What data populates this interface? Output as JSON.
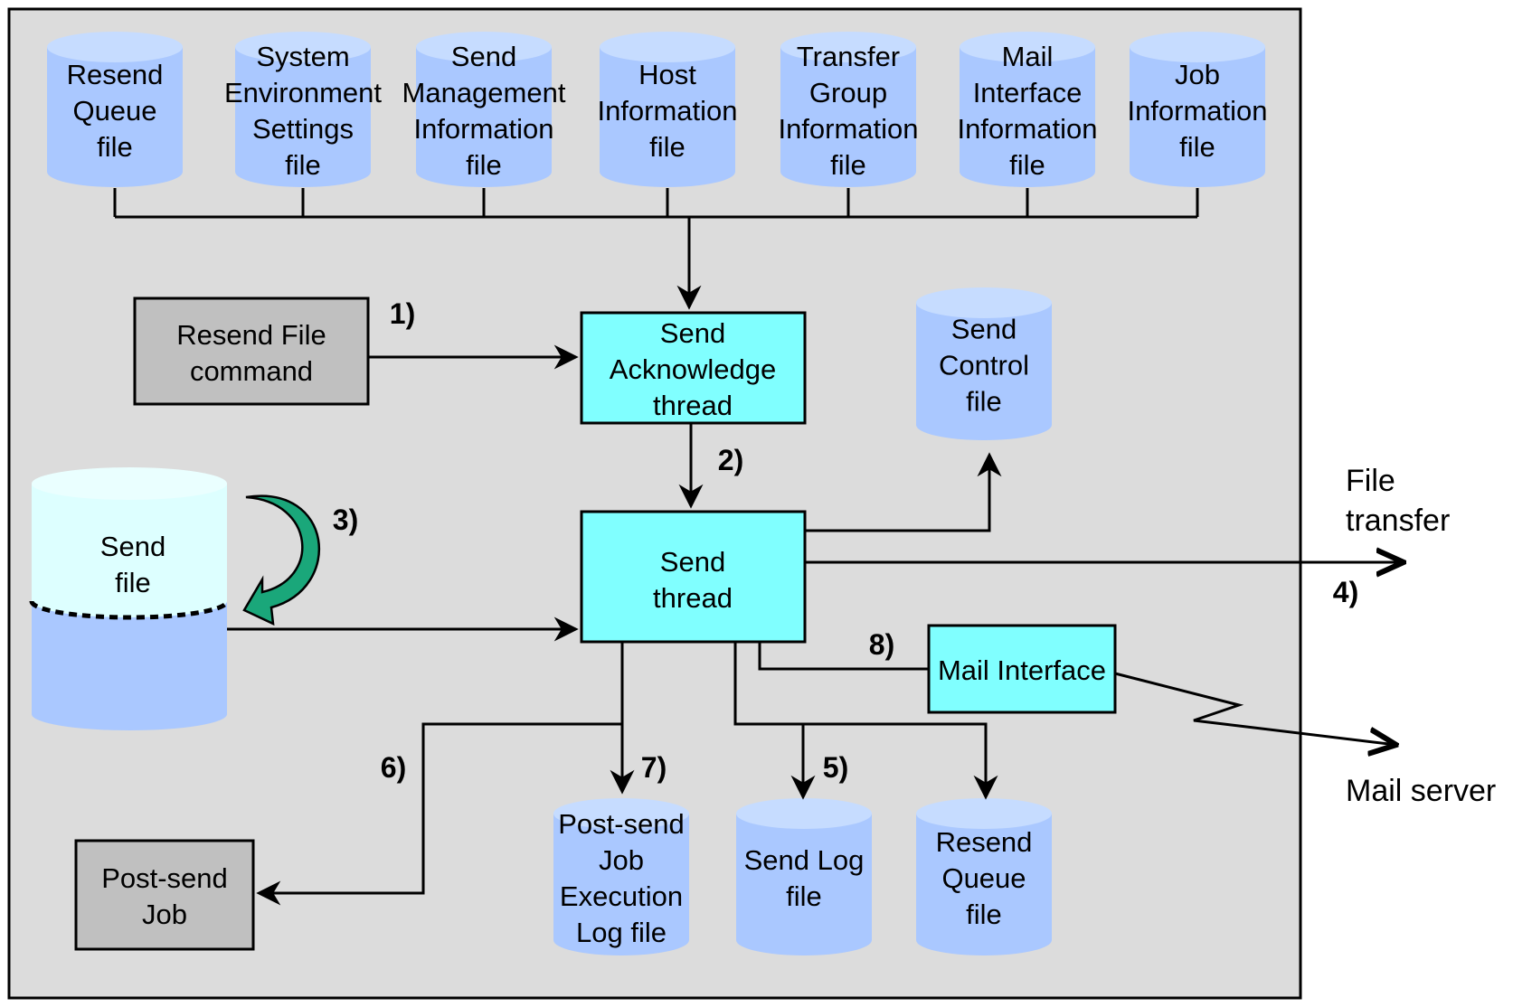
{
  "databases_top": [
    {
      "id": "resend-queue-file-top",
      "lines": [
        "Resend",
        "Queue",
        "file"
      ]
    },
    {
      "id": "system-environment-settings-file",
      "lines": [
        "System",
        "Environment",
        "Settings",
        "file"
      ]
    },
    {
      "id": "send-management-information-file",
      "lines": [
        "Send",
        "Management",
        "Information",
        "file"
      ]
    },
    {
      "id": "host-information-file",
      "lines": [
        "Host",
        "Information",
        "file"
      ]
    },
    {
      "id": "transfer-group-information-file",
      "lines": [
        "Transfer",
        "Group",
        "Information",
        "file"
      ]
    },
    {
      "id": "mail-interface-information-file",
      "lines": [
        "Mail",
        "Interface",
        "Information",
        "file"
      ]
    },
    {
      "id": "job-information-file",
      "lines": [
        "Job",
        "Information",
        "file"
      ]
    }
  ],
  "databases_other": [
    {
      "id": "send-control-file",
      "lines": [
        "Send",
        "Control",
        "file"
      ]
    },
    {
      "id": "post-send-job-execution-log-file",
      "lines": [
        "Post-send",
        "Job",
        "Execution",
        "Log file"
      ]
    },
    {
      "id": "send-log-file",
      "lines": [
        "Send Log",
        "file"
      ]
    },
    {
      "id": "resend-queue-file-bottom",
      "lines": [
        "Resend",
        "Queue",
        "file"
      ]
    }
  ],
  "send_file": {
    "lines": [
      "Send",
      "file"
    ]
  },
  "boxes": [
    {
      "id": "resend-file-command",
      "lines": [
        "Resend  File",
        "command"
      ]
    },
    {
      "id": "send-acknowledge-thread",
      "lines": [
        "Send",
        "Acknowledge",
        "thread"
      ]
    },
    {
      "id": "send-thread",
      "lines": [
        "Send",
        "thread"
      ]
    },
    {
      "id": "mail-interface",
      "lines": [
        "Mail Interface"
      ]
    },
    {
      "id": "post-send-job",
      "lines": [
        "Post-send",
        "Job"
      ]
    }
  ],
  "steps": [
    "1)",
    "2)",
    "3)",
    "4)",
    "5)",
    "6)",
    "7)",
    "8)"
  ],
  "external": {
    "file_transfer": [
      "File",
      "transfer"
    ],
    "mail_server": "Mail server"
  },
  "colors": {
    "background": "#dcdcdc",
    "db_fill": "#aac8ff",
    "db_top": "#c6dcff",
    "thread_box": "#80ffff",
    "command_box": "#c0c0c0",
    "send_file_top": "#ddffff",
    "curved_arrow": "#1aa77a"
  }
}
